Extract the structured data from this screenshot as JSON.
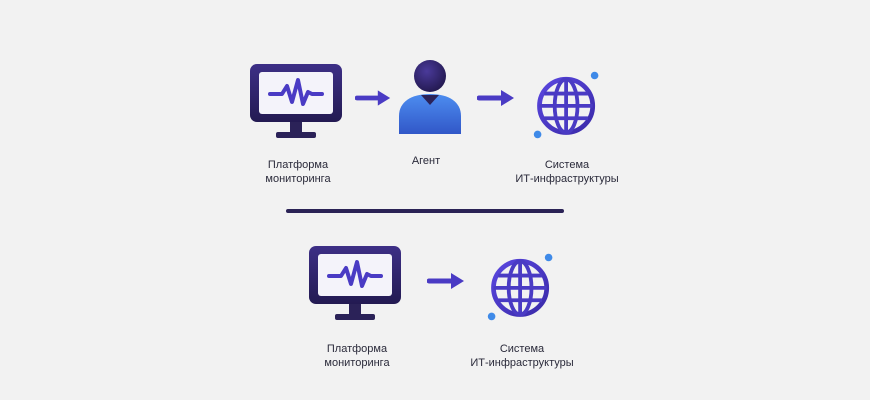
{
  "top_flow": {
    "monitoring_label": [
      "Платформа",
      "мониторинга"
    ],
    "agent_label": "Агент",
    "system_label": [
      "Система",
      "ИТ-инфраструктуры"
    ]
  },
  "bottom_flow": {
    "monitoring_label": [
      "Платформа",
      "мониторинга"
    ],
    "system_label": [
      "Система",
      "ИТ-инфраструктуры"
    ]
  },
  "colors": {
    "dark": "#2b2258",
    "purple": "#4a3bc4",
    "blue": "#3f6fe0",
    "background": "#f2f2f2"
  }
}
